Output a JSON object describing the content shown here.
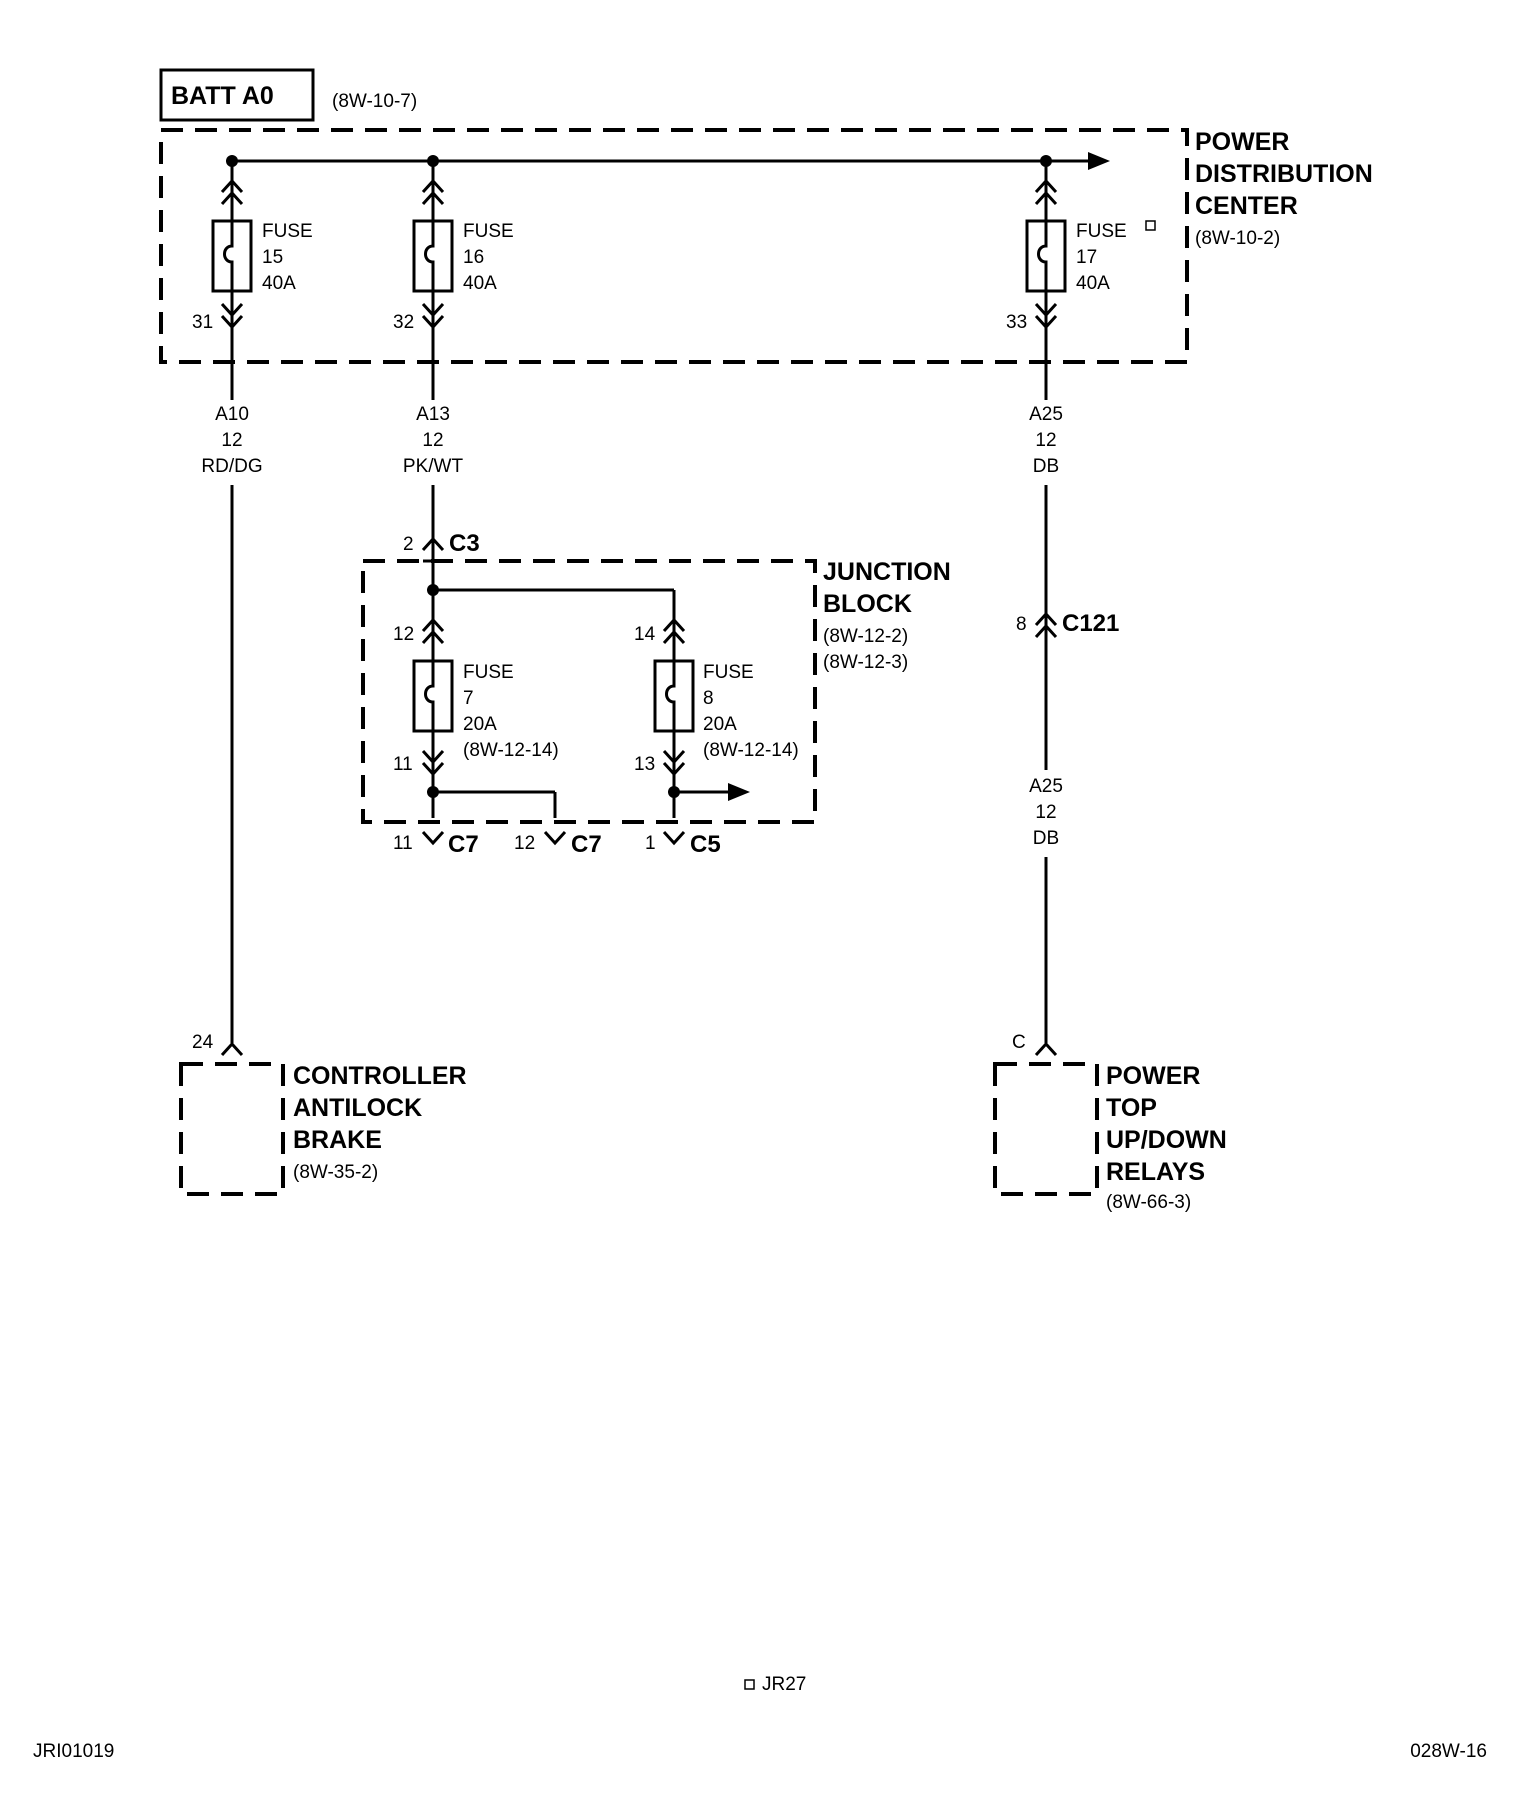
{
  "batt": {
    "label": "BATT A0",
    "ref": "(8W-10-7)"
  },
  "pdc": {
    "line1": "POWER",
    "line2": "DISTRIBUTION",
    "line3": "CENTER",
    "ref": "(8W-10-2)"
  },
  "fuse15": {
    "l1": "FUSE",
    "l2": "15",
    "l3": "40A",
    "pin": "31"
  },
  "fuse16": {
    "l1": "FUSE",
    "l2": "16",
    "l3": "40A",
    "pin": "32"
  },
  "fuse17": {
    "l1": "FUSE",
    "l2": "17",
    "l3": "40A",
    "pin": "33"
  },
  "wire_a10": {
    "circuit": "A10",
    "gauge": "12",
    "color": "RD/DG"
  },
  "wire_a13": {
    "circuit": "A13",
    "gauge": "12",
    "color": "PK/WT"
  },
  "wire_a25_top": {
    "circuit": "A25",
    "gauge": "12",
    "color": "DB"
  },
  "wire_a25_bottom": {
    "circuit": "A25",
    "gauge": "12",
    "color": "DB"
  },
  "c3": {
    "pin": "2",
    "name": "C3"
  },
  "c121": {
    "pin": "8",
    "name": "C121"
  },
  "junction": {
    "line1": "JUNCTION",
    "line2": "BLOCK",
    "ref1": "(8W-12-2)",
    "ref2": "(8W-12-3)"
  },
  "fuse7": {
    "l1": "FUSE",
    "l2": "7",
    "l3": "20A",
    "ref": "(8W-12-14)",
    "pin_in": "12",
    "pin_out": "11"
  },
  "fuse8": {
    "l1": "FUSE",
    "l2": "8",
    "l3": "20A",
    "ref": "(8W-12-14)",
    "pin_in": "14",
    "pin_out": "13"
  },
  "out_c7a": {
    "pin": "11",
    "name": "C7"
  },
  "out_c7b": {
    "pin": "12",
    "name": "C7"
  },
  "out_c5": {
    "pin": "1",
    "name": "C5"
  },
  "abs": {
    "pin": "24",
    "line1": "CONTROLLER",
    "line2": "ANTILOCK",
    "line3": "BRAKE",
    "ref": "(8W-35-2)"
  },
  "relay": {
    "pin": "C",
    "line1": "POWER",
    "line2": "TOP",
    "line3": "UP/DOWN",
    "line4": "RELAYS",
    "ref": "(8W-66-3)"
  },
  "footer": {
    "center": "JR27",
    "left": "JRI01019",
    "right": "028W-16"
  }
}
